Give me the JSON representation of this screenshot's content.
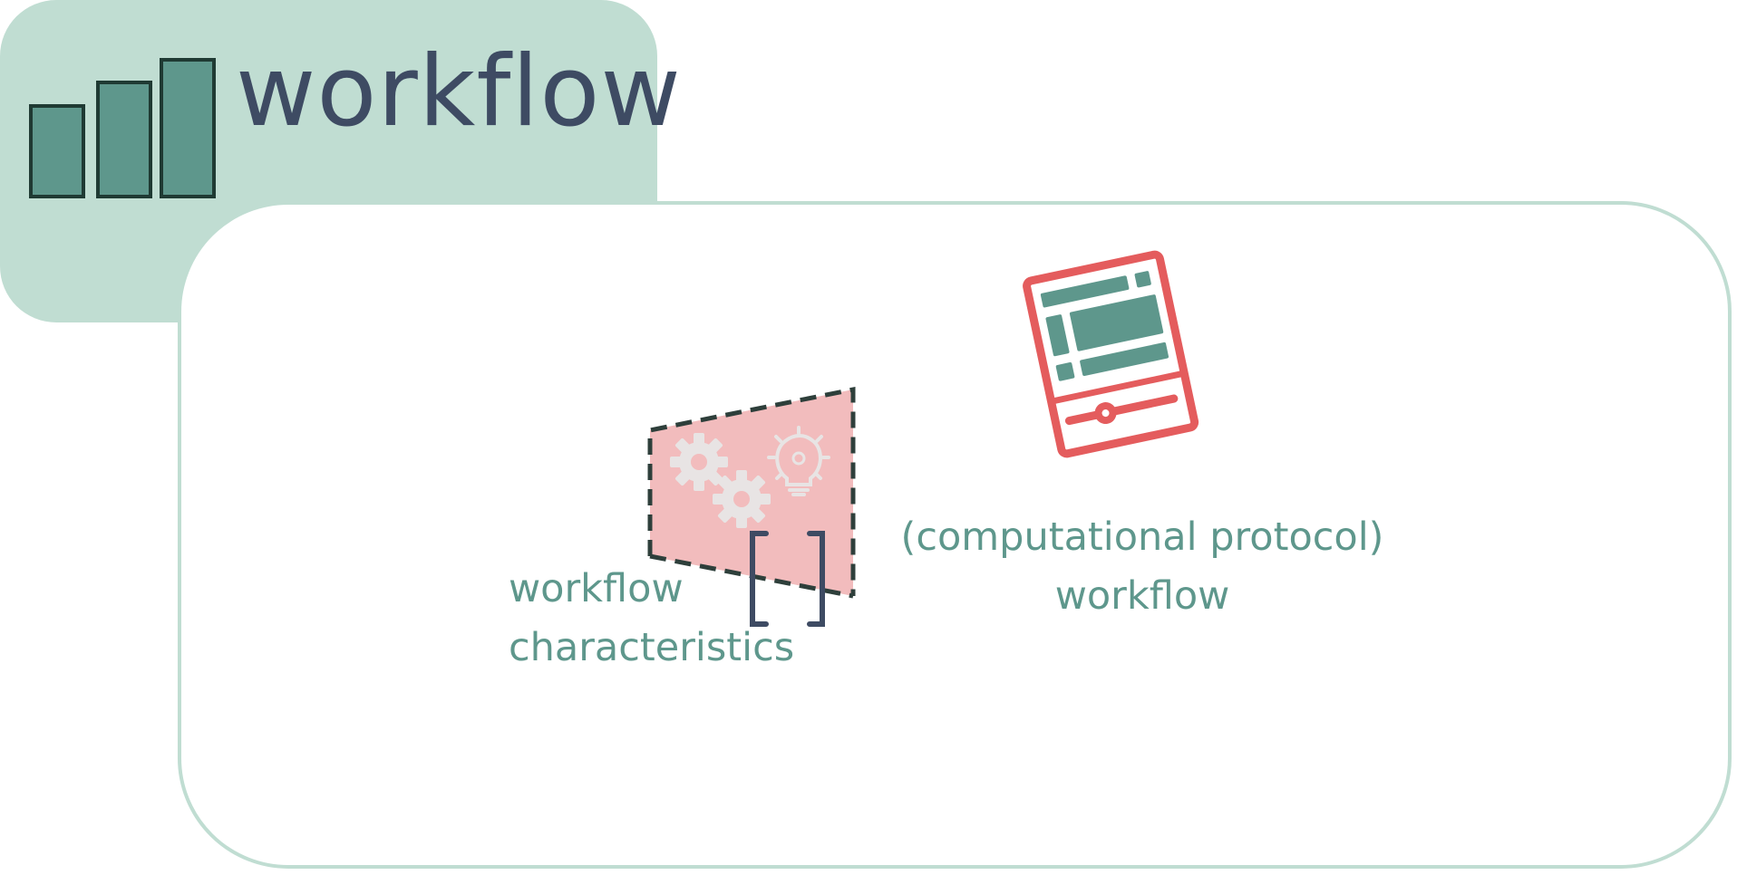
{
  "header": {
    "title": "workflow",
    "icon": "bar-chart-icon"
  },
  "left_node": {
    "icon": "gears-lightbulb-icon",
    "bracket_icon": "empty-brackets-icon",
    "label_line1": "workflow",
    "label_line2": "characteristics"
  },
  "right_node": {
    "icon": "protocol-document-icon",
    "label_line1": "(computational protocol)",
    "label_line2": "workflow"
  },
  "colors": {
    "header_background": "#c0ddd2",
    "panel_border": "#c0ddd2",
    "title_text": "#3e4b63",
    "label_text": "#5e978c",
    "bar_fill": "#5e978c",
    "bar_stroke": "#1f3a33",
    "characteristics_fill": "#f2bcbd",
    "document_red": "#e45c5d",
    "document_rows": "#5e978c",
    "bracket": "#3e4b63"
  }
}
